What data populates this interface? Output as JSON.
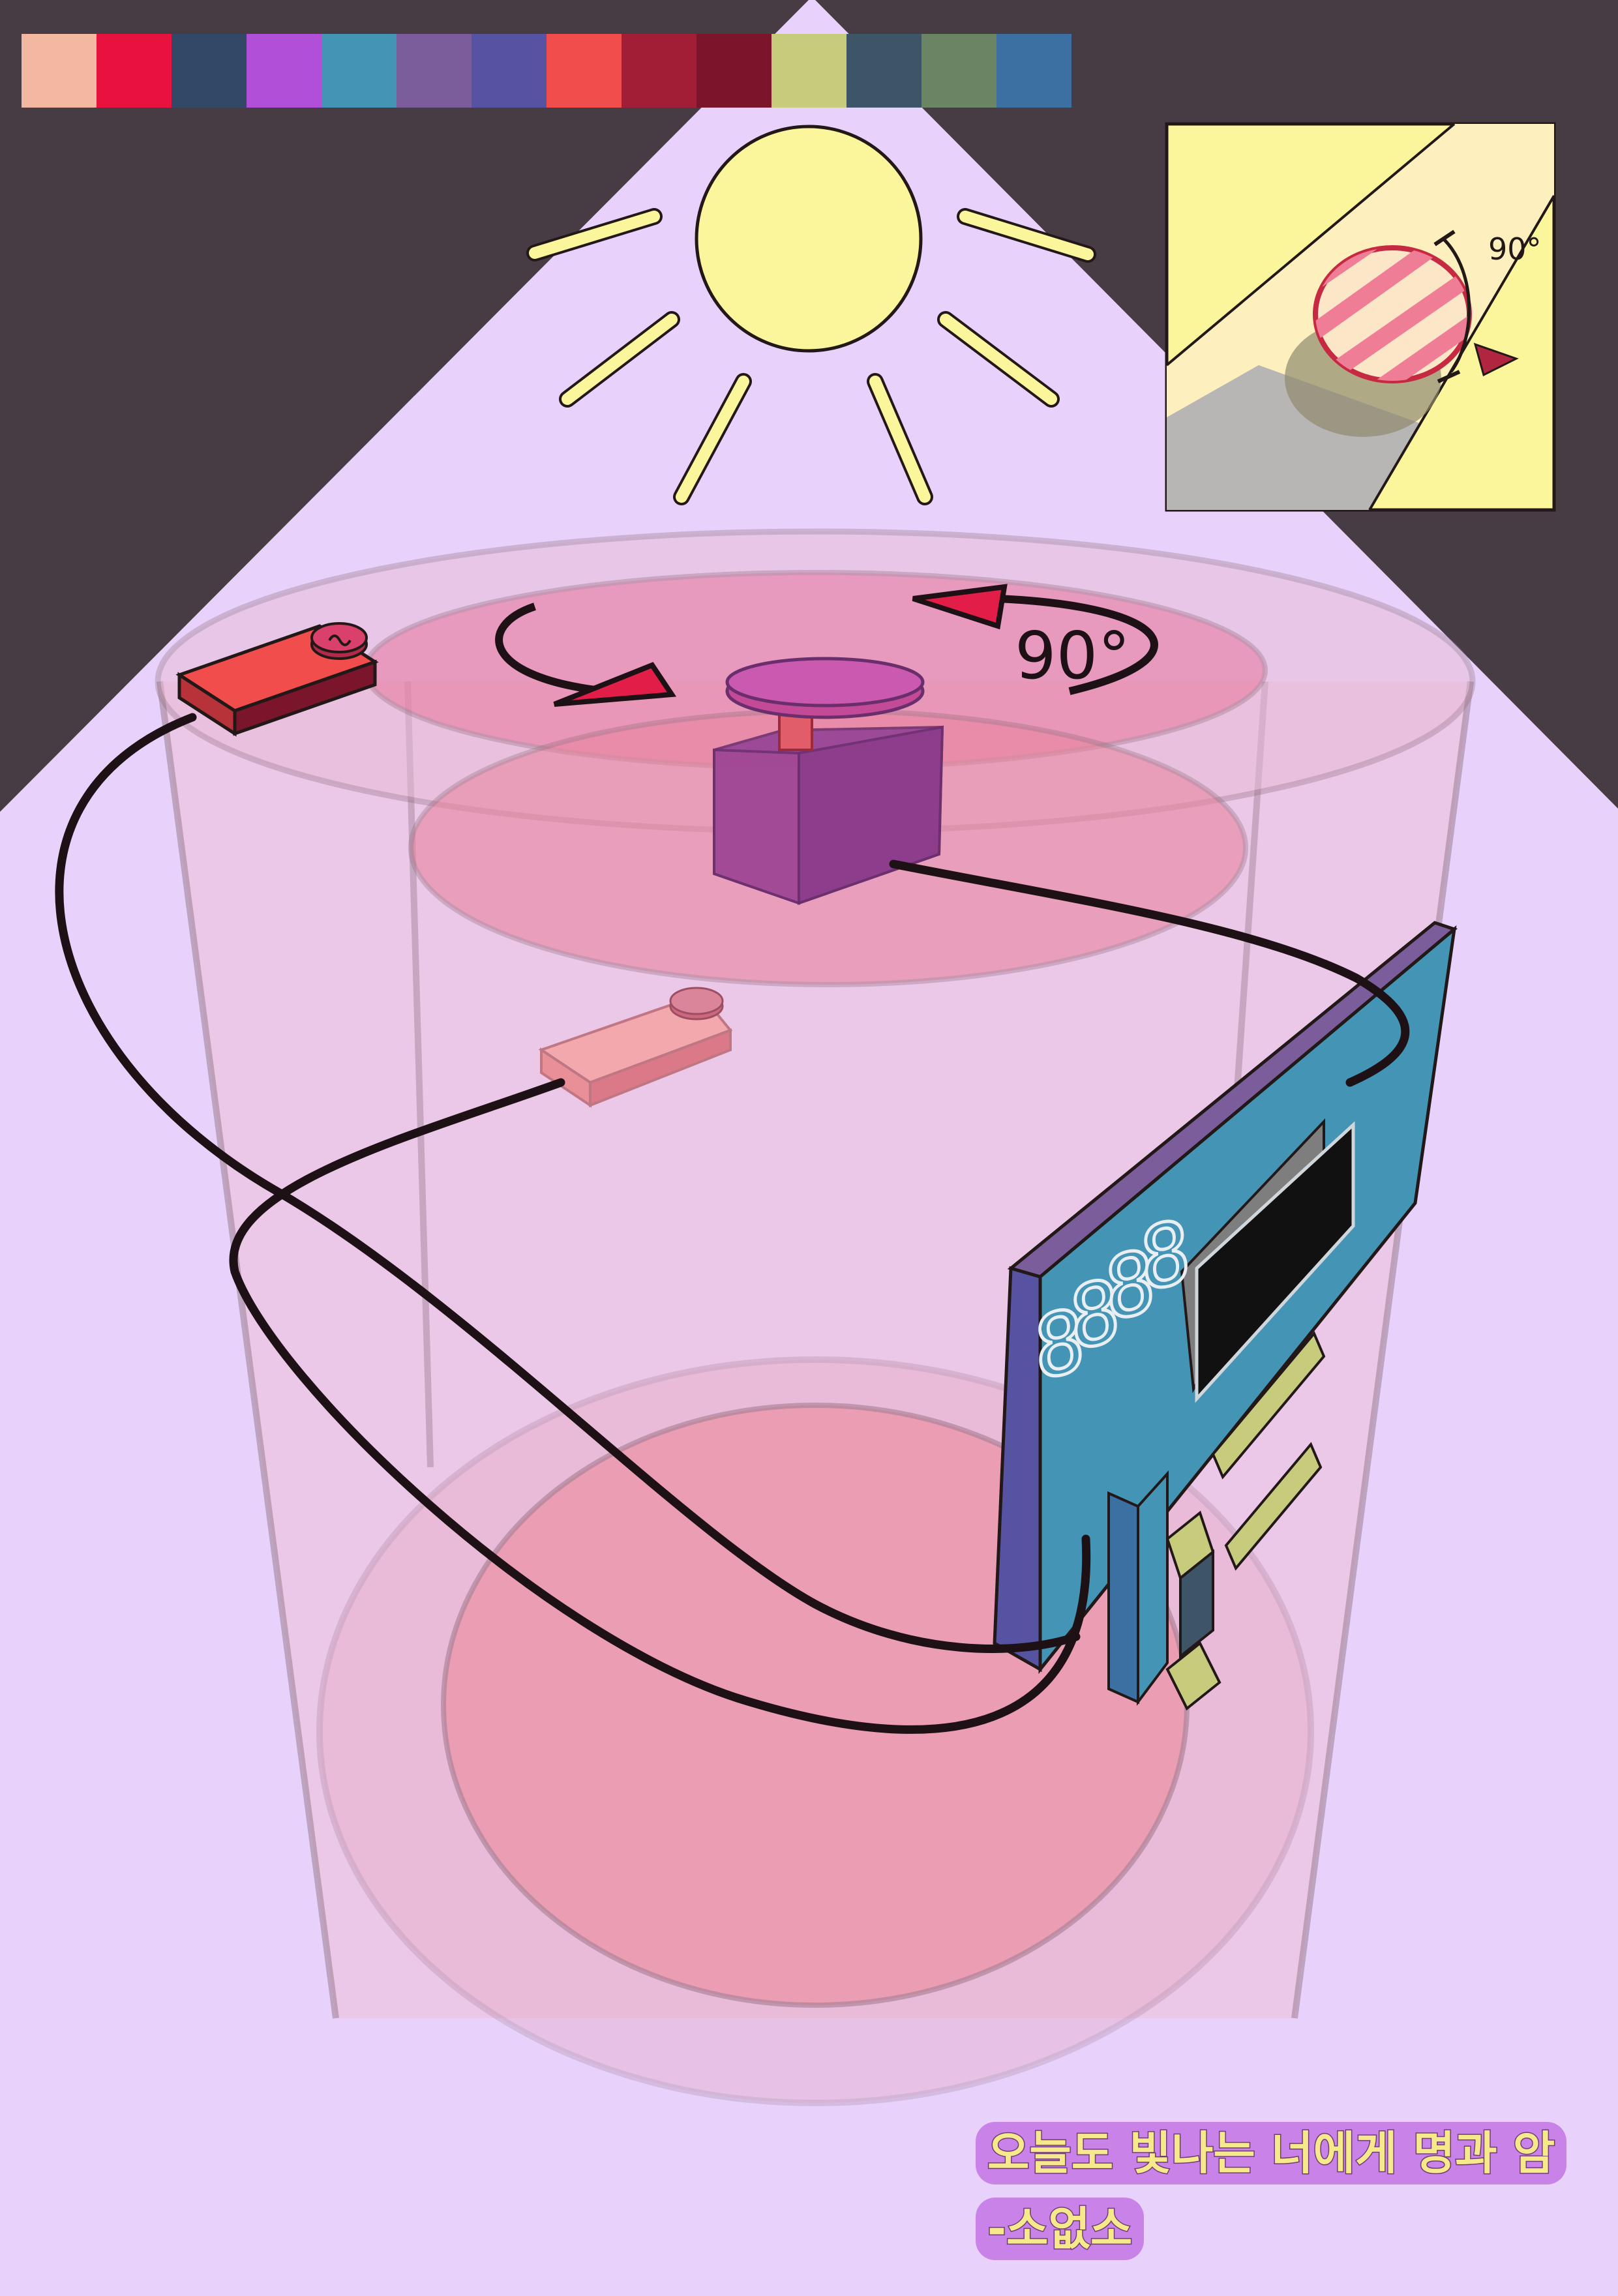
{
  "palette": [
    "#f2b8a2",
    "#e8123f",
    "#334766",
    "#b24fd8",
    "#4394b5",
    "#7a5d9a",
    "#5753a3",
    "#f14d4c",
    "#a11e36",
    "#7b152c",
    "#c7cc7c",
    "#3d5566",
    "#6b8464",
    "#3d70a2"
  ],
  "colors": {
    "background": "#e8d2fb",
    "dark_corner": "#483c44",
    "sun": "#fbf59c",
    "outline": "#231818",
    "wire": "#1d1115",
    "pcb": "#4394b5",
    "pcb_edge": "#5753a3",
    "sensor": "#f14d4c",
    "servo": "#a0408a",
    "cup_fill": "#e59ab8",
    "caption_bg": "#c882e8",
    "caption_text": "#f6e98c"
  },
  "labels": {
    "rotation_main": "90°",
    "rotation_inset": "90°"
  },
  "display": {
    "digits": [
      "8",
      "8",
      "8",
      "8"
    ]
  },
  "caption": {
    "line1": "오늘도 빛나는 너에게 명과 암",
    "line2": "-소없소"
  }
}
